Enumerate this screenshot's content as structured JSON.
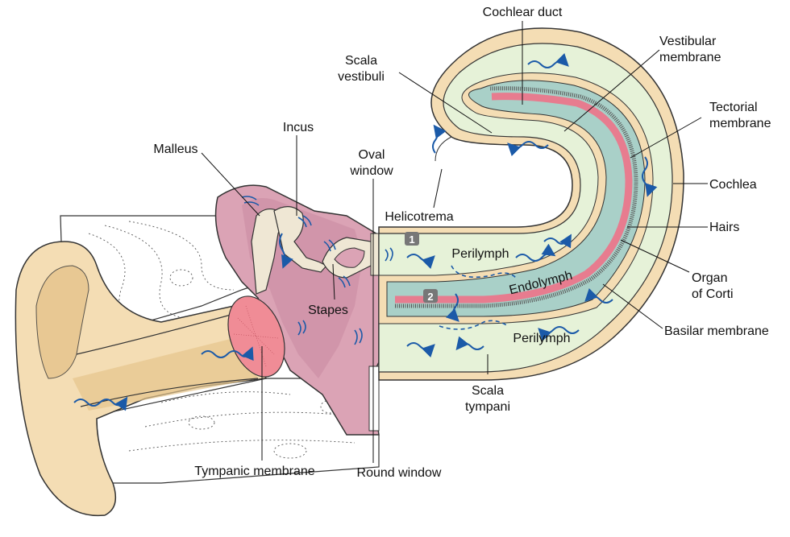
{
  "colors": {
    "ear_skin": "#f4ddb4",
    "ear_skin_dark": "#e6c48c",
    "bone_fill": "#ffffff",
    "middle_ear": "#dba3b5",
    "middle_ear_dark": "#b97890",
    "tympanic": "#f08c96",
    "perilymph": "#e6f2d8",
    "endolymph": "#a9d0c8",
    "basilar": "#e77c8f",
    "arrow": "#1b5aa8",
    "outline": "#333333",
    "badge": "#777777"
  },
  "labels": {
    "cochlear_duct": "Cochlear duct",
    "scala_vestibuli": [
      "Scala",
      "vestibuli"
    ],
    "vestibular_membrane": [
      "Vestibular",
      "membrane"
    ],
    "tectorial_membrane": [
      "Tectorial",
      "membrane"
    ],
    "cochlea": "Cochlea",
    "hairs": "Hairs",
    "organ_of_corti": [
      "Organ",
      "of Corti"
    ],
    "basilar_membrane": "Basilar membrane",
    "scala_tympani": [
      "Scala",
      "tympani"
    ],
    "round_window": "Round window",
    "tympanic_membrane": "Tympanic membrane",
    "stapes": "Stapes",
    "malleus": "Malleus",
    "incus": "Incus",
    "oval_window": [
      "Oval",
      "window"
    ],
    "helicotrema": "Helicotrema",
    "perilymph_top": "Perilymph",
    "endolymph": "Endolymph",
    "perilymph_bottom": "Perilymph"
  },
  "badges": [
    "1",
    "2"
  ]
}
